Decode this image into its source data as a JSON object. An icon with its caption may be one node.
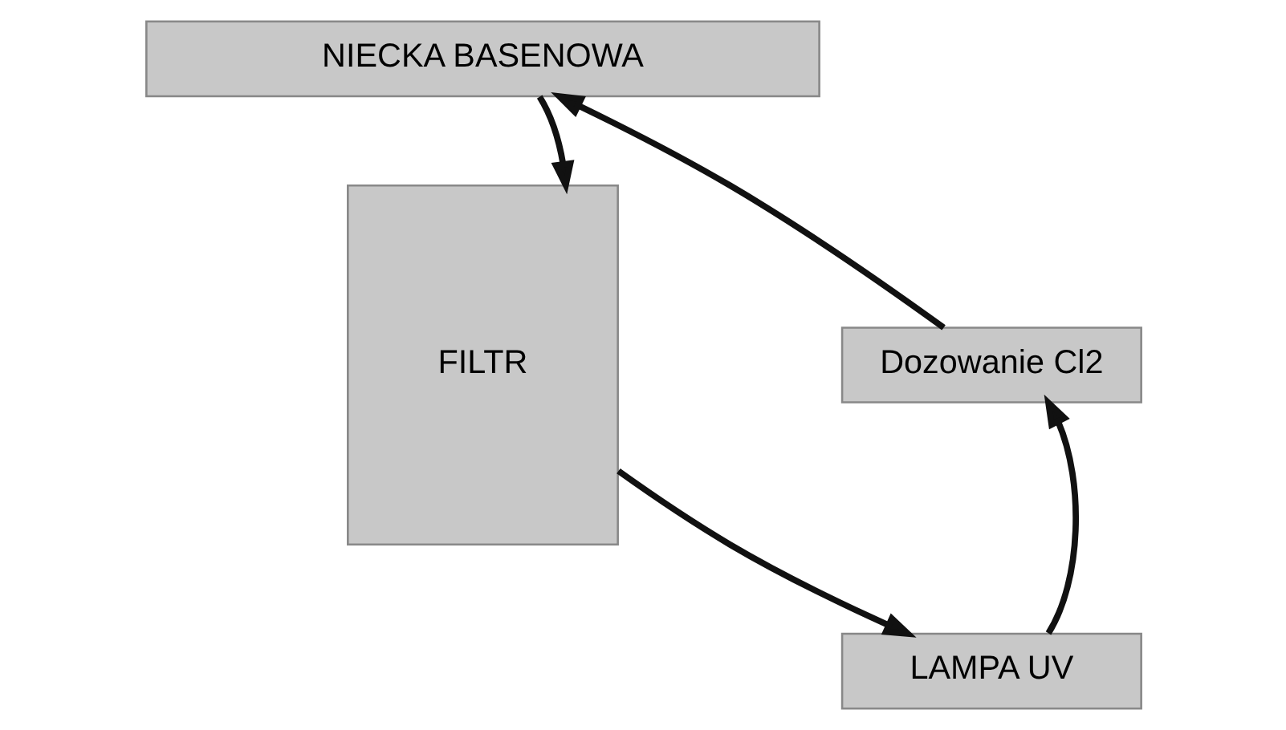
{
  "diagram": {
    "nodes": [
      {
        "text": [
          "NIECKA BASENOWA"
        ]
      },
      {
        "text": [
          "FILTR"
        ]
      },
      {
        "text": [
          "Dozowanie Cl2"
        ]
      },
      {
        "text": [
          "LAMPA UV"
        ]
      }
    ],
    "edges": [
      {
        "from": 0,
        "to": 1,
        "arrow": "to"
      },
      {
        "from": 1,
        "to": 3,
        "arrow": "to"
      },
      {
        "from": 3,
        "to": 2,
        "arrow": "to"
      },
      {
        "from": 2,
        "to": 0,
        "arrow": "to"
      }
    ]
  }
}
